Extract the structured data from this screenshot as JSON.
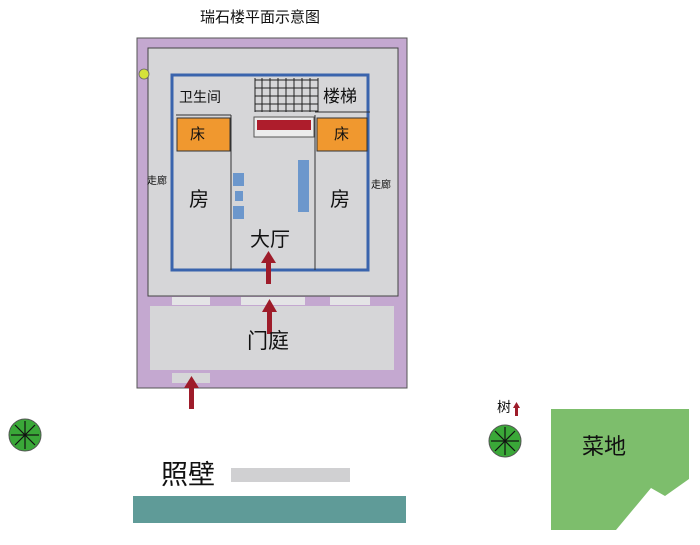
{
  "title": "瑞石楼平面示意图",
  "rooms": {
    "toilet": "卫生间",
    "stairs": "楼梯",
    "bed_left": "床",
    "bed_right": "床",
    "room_left": "房",
    "room_right": "房",
    "corridor_left": "走廊",
    "corridor_right": "走廊",
    "hall": "大厅",
    "courtyard": "门庭"
  },
  "outside": {
    "screen_wall": "照壁",
    "tree": "树",
    "garden": "菜地"
  },
  "colors": {
    "outer_wall": "#c4a8d0",
    "floor": "#d6d6d8",
    "inner_wall": "#3a64ad",
    "bed": "#f0982f",
    "arrow": "#9e1c2a",
    "table": "#6c97cc",
    "garden": "#7dbe6c",
    "screen_wall": "#5f9b98",
    "tree": "#3aa838"
  }
}
